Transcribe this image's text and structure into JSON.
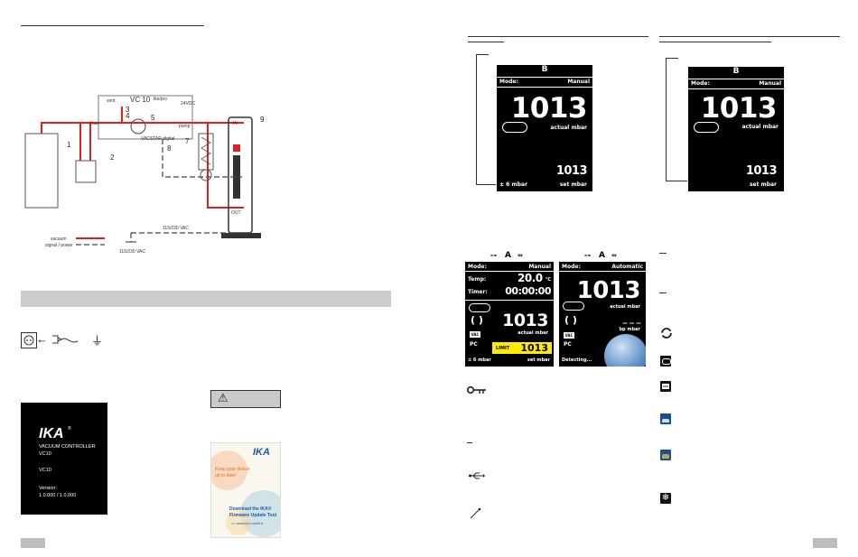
{
  "diagram": {
    "device_title": "VC 10",
    "device_suffix": "lite/pro",
    "labels": {
      "vent": "vent",
      "load": "load",
      "pump": "pump",
      "in": "IN",
      "out": "OUT",
      "vacstar": "VACSTAR digital",
      "v24": "24VDC",
      "mains": "115/230 VAC",
      "mains2": "115/230 VAC"
    },
    "callouts": [
      "1",
      "2",
      "3",
      "4",
      "5",
      "7",
      "8",
      "9"
    ],
    "legend": {
      "vacuum": "vacuum",
      "signal": "signal / power"
    }
  },
  "power_icons": {
    "arrow": "←",
    "plug": "plug-icon",
    "ground": "⏚"
  },
  "warning_symbol": "⚠",
  "startup_screen": {
    "brand": "IKA",
    "reg": "®",
    "product": "VACUUM CONTROLLER",
    "model1": "VC10",
    "model2": "VC10",
    "version_label": "Version:",
    "version_value": "1.0.000 / 1.0.000"
  },
  "flyer": {
    "brand": "IKA",
    "line1": "Keep your device",
    "line2": "up to date!",
    "line3": "Download the IKA®",
    "line4": "Firmware Update Tool",
    "link": ">> www.ika.com/fut"
  },
  "screen_a": {
    "header": "B",
    "mode_label": "Mode:",
    "mode_value": "Manual",
    "actual": "1013",
    "actual_label": "actual mbar",
    "set": "1013",
    "set_label": "set mbar",
    "hyst": "±  6  mbar"
  },
  "screen_b": {
    "header": "B",
    "mode_label": "Mode:",
    "mode_value": "Manual",
    "actual": "1013",
    "actual_label": "actual mbar",
    "set": "1013",
    "set_label": "set mbar"
  },
  "screen_c": {
    "header": "A",
    "mode_label": "Mode:",
    "mode_value": "Manual",
    "temp_label": "Temp:",
    "temp_value": "20.0",
    "temp_unit": "°C",
    "timer_label": "Timer:",
    "timer_value": "00:00:00",
    "actual": "1013",
    "actual_label": "actual mbar",
    "vac": "VAC",
    "pc": "PC",
    "limit_label": "LIMIT",
    "limit_value": "1013",
    "hyst": "±  6  mbar",
    "set_label": "set mbar"
  },
  "screen_d": {
    "header": "A",
    "mode_label": "Mode:",
    "mode_value": "Automatic",
    "actual": "1013",
    "actual_label": "actual mbar",
    "bp": "_ _ _",
    "bp_label": "bp mbar",
    "vac": "VAC",
    "pc": "PC",
    "detecting": "Detecting..."
  },
  "vac_badge": "VAC"
}
